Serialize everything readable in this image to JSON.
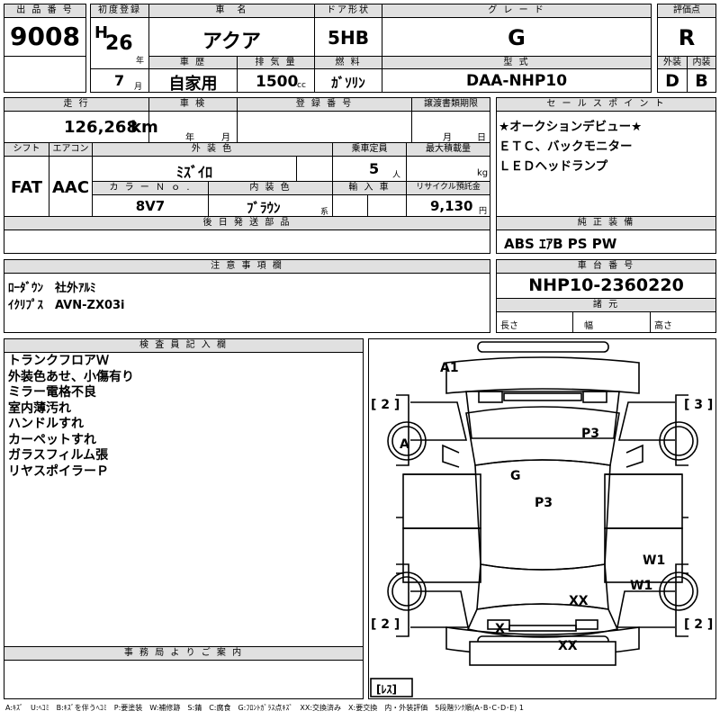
{
  "header": {
    "lot_label": "出 品 番 号",
    "lot": "9008",
    "first_reg_label": "初度登録",
    "era": "H",
    "year": "26",
    "year_unit": "年",
    "month": "7",
    "month_unit": "月",
    "car_name_label": "車　名",
    "car_name": "アクア",
    "door_label": "ドア形状",
    "door": "5HB",
    "grade_label": "グ レ ー ド",
    "grade": "G",
    "score_label": "評価点",
    "score": "R",
    "history_label": "車 歴",
    "history": "自家用",
    "displacement_label": "排 気 量",
    "displacement": "1500",
    "cc": "cc",
    "fuel_label": "燃 料",
    "fuel": "ｶﾞｿﾘﾝ",
    "model_label": "型 式",
    "model": "DAA-NHP10",
    "ext_label": "外装",
    "ext": "D",
    "int_label": "内装",
    "int": "B"
  },
  "row2": {
    "mileage_label": "走 行",
    "mileage": "126,268",
    "km": "km",
    "inspection_label": "車 検",
    "insp_year": "年",
    "insp_month": "月",
    "reg_label": "登 録 番 号",
    "transfer_label": "譲渡書類期限",
    "tr_month": "月",
    "tr_day": "日",
    "shift_label": "シフト",
    "shift": "FAT",
    "ac_label": "エアコン",
    "ac": "AAC",
    "ext_color_label": "外 装 色",
    "ext_color": "ﾐｽﾞｲﾛ",
    "seats_label": "乗車定員",
    "seats": "5",
    "seats_unit": "人",
    "load_label": "最大積載量",
    "load_unit": "kg",
    "color_no_label": "カ ラ ー Ｎ ｏ .",
    "color_no": "8V7",
    "int_color_label": "内 装 色",
    "int_color": "ﾌﾞﾗｳﾝ",
    "int_color_unit": "系",
    "import_label": "輸 入 車",
    "recycle_label": "リサイクル預託金",
    "recycle": "9,130",
    "recycle_unit": "円",
    "later_label": "後 日 発 送 部 品"
  },
  "sales": {
    "label": "セ ー ル ス ポ イ ン ト",
    "lines": [
      "★オークションデビュー★",
      "ＥＴＣ、バックモニター",
      "ＬＥＤヘッドランプ"
    ]
  },
  "equip": {
    "label": "純 正 装 備",
    "value": "ABS ｴｱB PS PW"
  },
  "notes": {
    "label": "注 意 事 項 欄",
    "lines": [
      "ﾛｰﾀﾞｳﾝ　社外ｱﾙﾐ",
      "ｲｸﾘﾌﾟｽ　AVN-ZX03i"
    ]
  },
  "chassis": {
    "label": "車 台 番 号",
    "value": "NHP10-2360220",
    "spec_label": "諸 元",
    "length": "長さ",
    "width": "幅",
    "height": "高さ"
  },
  "inspector": {
    "label": "検 査 員 記 入 欄",
    "lines": [
      "トランクフロアＷ",
      "外装色あせ、小傷有り",
      "ミラー電格不良",
      "室内薄汚れ",
      "ハンドルすれ",
      "カーペットすれ",
      "ガラスフィルム張",
      "リヤスポイラーＰ"
    ]
  },
  "office": {
    "label": "事 務 局 よ り ご 案 内"
  },
  "diagram": {
    "marks": [
      "A1",
      "P3",
      "A",
      "G",
      "P3",
      "W1",
      "W1",
      "XX",
      "X",
      "XX"
    ],
    "tyre_tl": "[ 2 ]",
    "tyre_tr": "[ 3 ]",
    "tyre_bl": "[ 2 ]",
    "tyre_br": "[ 2 ]",
    "spare": "[ﾚｽ]"
  },
  "footer": "A:ｷｽﾞ　U:ﾍｺﾐ　B:ｷｽﾞを伴うﾍｺﾐ　P:要塗装　W:補修跡　S:錆　C:腐食　G:ﾌﾛﾝﾄｶﾞﾗｽ点ｷｽﾞ　XX:交換済み　X:要交換　内・外装評価　5段階ﾗﾝｸ順(A･B･C･D･E) 1"
}
